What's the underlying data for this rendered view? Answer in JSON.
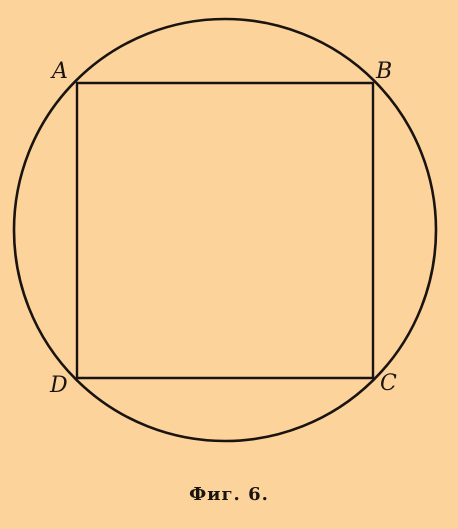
{
  "figure": {
    "vertices": {
      "a": "A",
      "b": "B",
      "c": "C",
      "d": "D"
    },
    "caption": "Фиг. 6."
  },
  "colors": {
    "background": "#fdd39c",
    "ink": "#1a1410"
  }
}
